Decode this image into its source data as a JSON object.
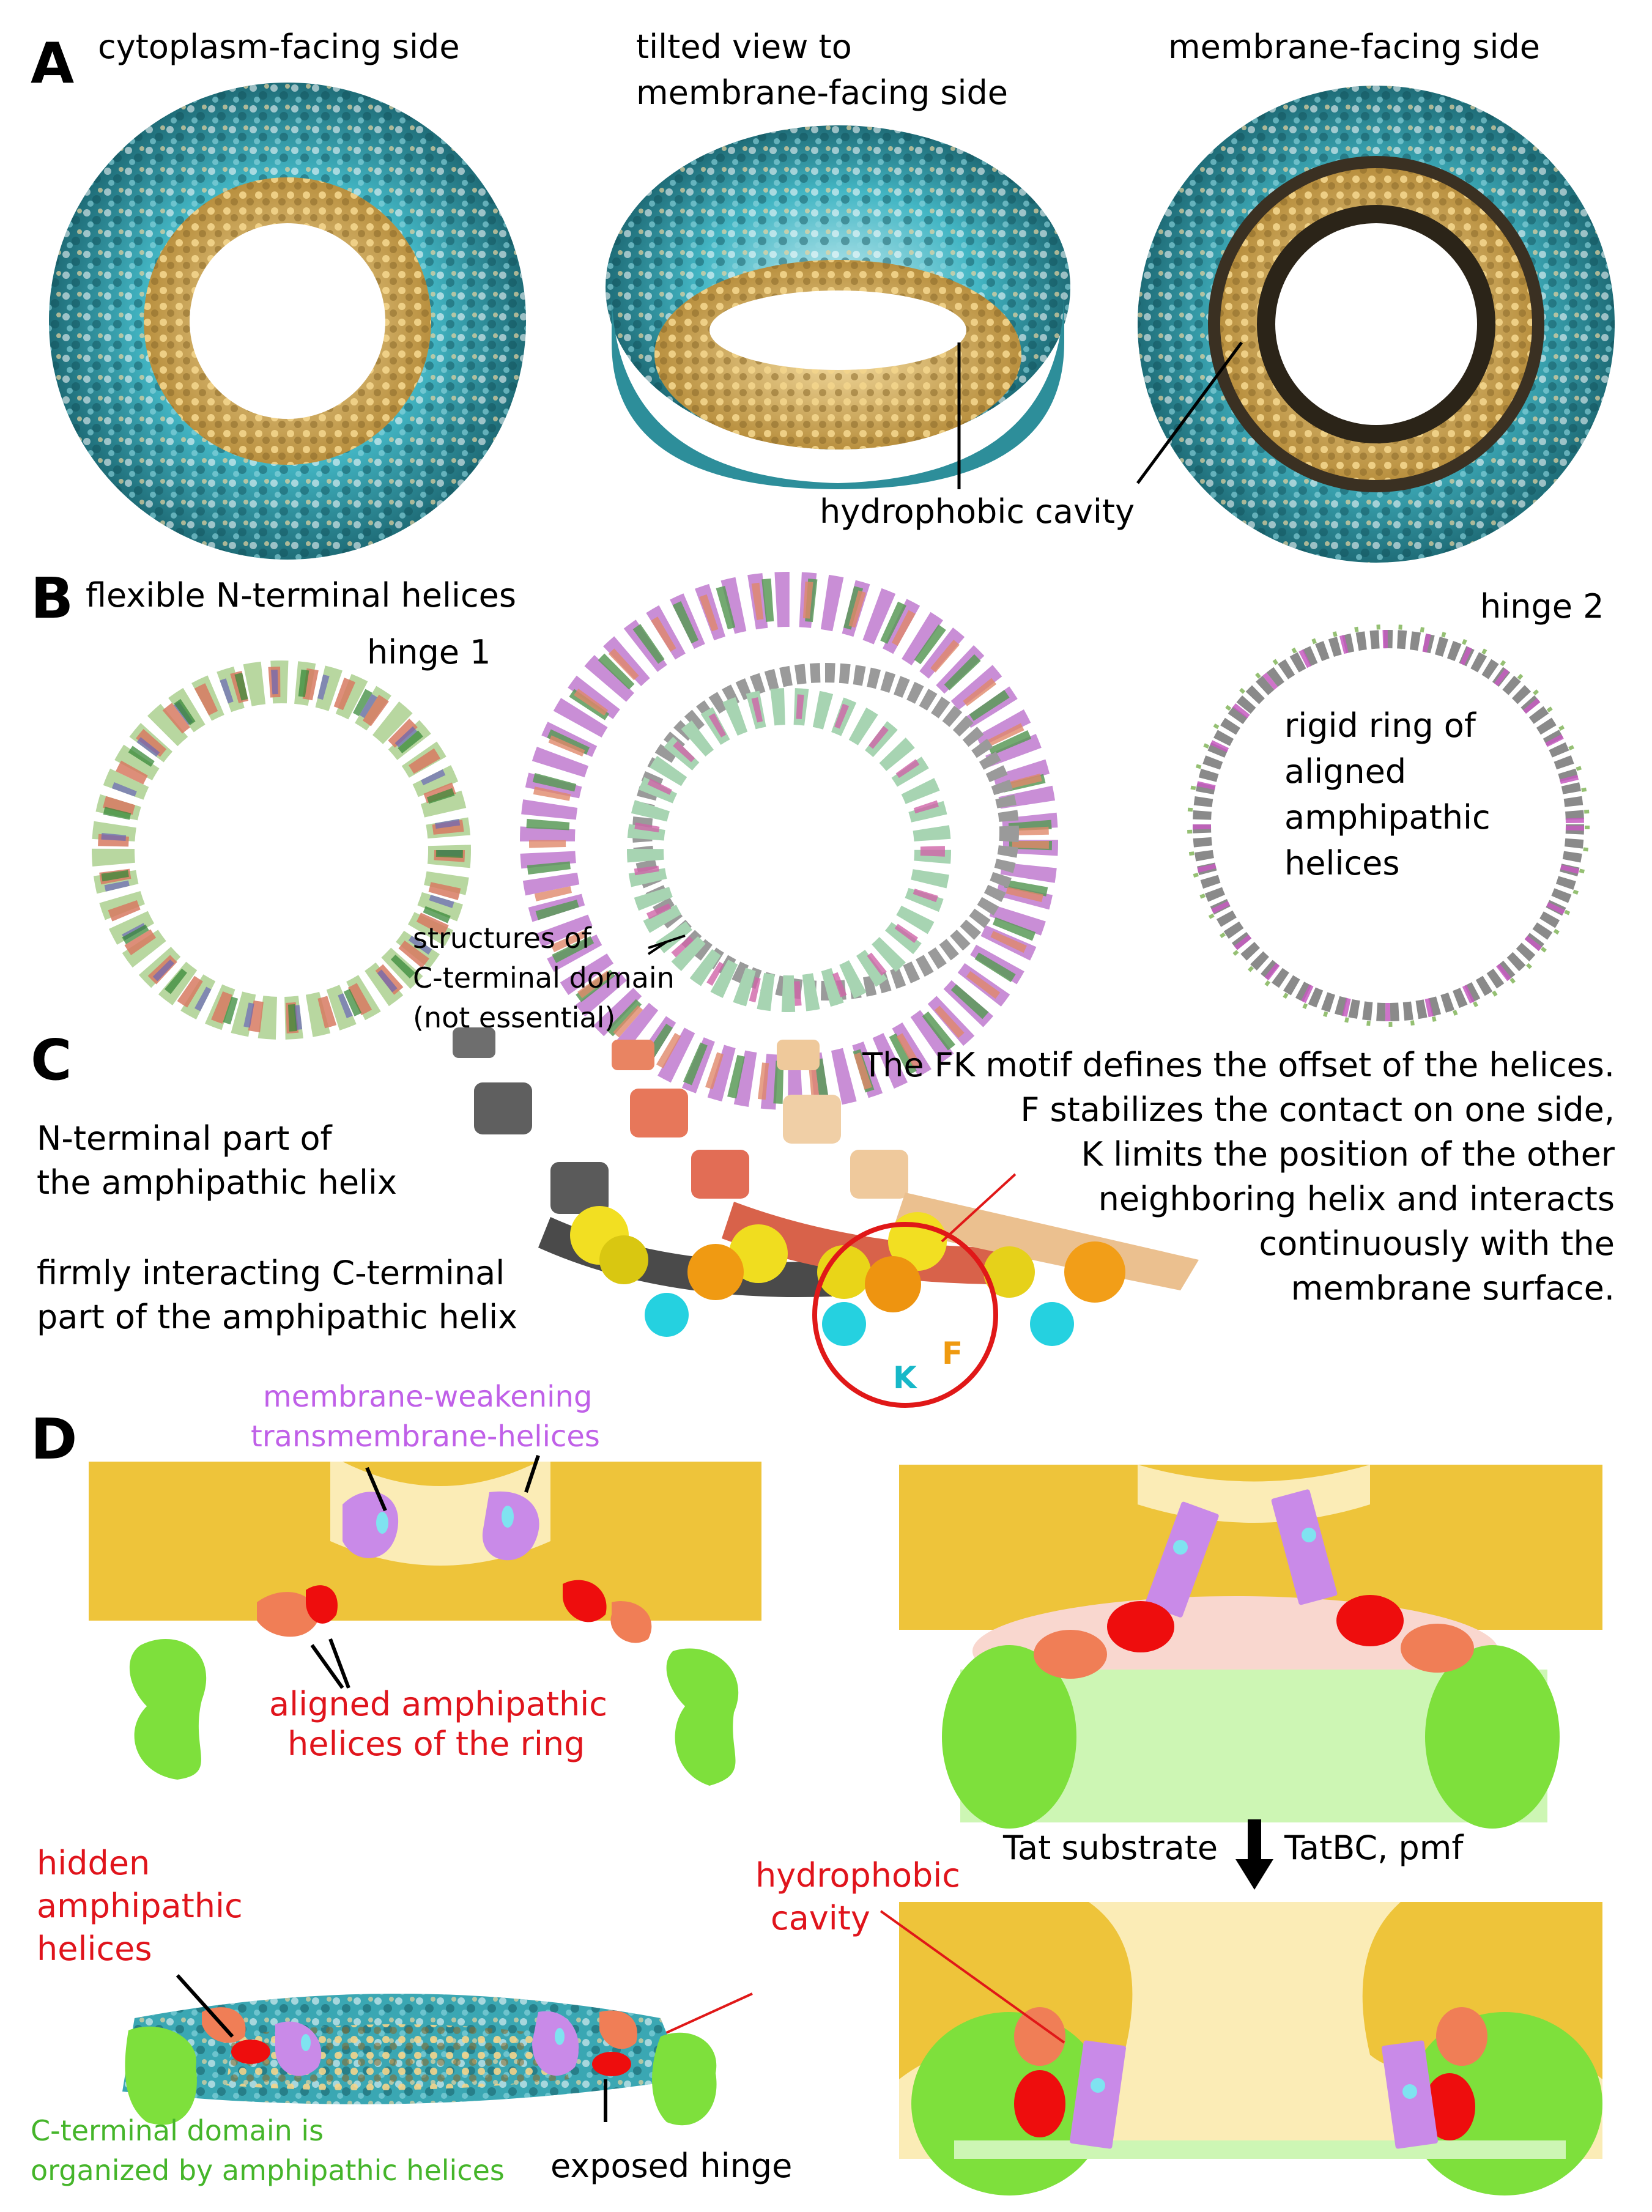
{
  "panels": {
    "A": {
      "label": "A",
      "titles": [
        "cytoplasm-facing side",
        "tilted view to",
        "membrane-facing side",
        "membrane-facing side"
      ],
      "cavity_label": "hydrophobic cavity"
    },
    "B": {
      "label": "B",
      "title": "flexible N-terminal helices",
      "hinge1": "hinge 1",
      "hinge2": "hinge 2",
      "ring_text": [
        "rigid ring of",
        "aligned",
        "amphipathic",
        "helices"
      ],
      "cterm_text": [
        "structures of",
        "C-terminal domain",
        "(not essential)"
      ]
    },
    "C": {
      "label": "C",
      "left_text": [
        "N-terminal part of",
        "the amphipathic helix",
        "firmly interacting C-terminal",
        "part of the amphipathic helix"
      ],
      "right_text": [
        "The FK motif defines the offset of the helices.",
        "F stabilizes the contact on one side,",
        "K limits the position of the other",
        "neighboring helix and interacts",
        "continuously with the",
        "membrane surface."
      ],
      "k_label": "K",
      "f_label": "F"
    },
    "D": {
      "label": "D",
      "tm_helices": [
        "membrane-weakening",
        "transmembrane-helices"
      ],
      "aligned": [
        "aligned amphipathic",
        "helices of the ring"
      ],
      "arrow_left": "Tat substrate",
      "arrow_right": "TatBC, pmf",
      "hidden": [
        "hidden",
        "amphipathic",
        "helices"
      ],
      "cavity": [
        "hydrophobic",
        "cavity"
      ],
      "cterm": [
        "C-terminal domain is",
        "organized by amphipathic helices"
      ],
      "hinge": "exposed hinge"
    }
  },
  "colors": {
    "membrane": "#eec43a",
    "membrane_light": "#fbecb6",
    "tm_helix": "#c98ae8",
    "amphipathic": "#ee0d0d",
    "amphipathic_orange": "#f07e56",
    "c_domain": "#7ee03c",
    "c_domain_light": "#cdf6b4",
    "pink_zone": "#f9d7cf",
    "teal": "#2fb0c0",
    "tan": "#e8c98f"
  }
}
